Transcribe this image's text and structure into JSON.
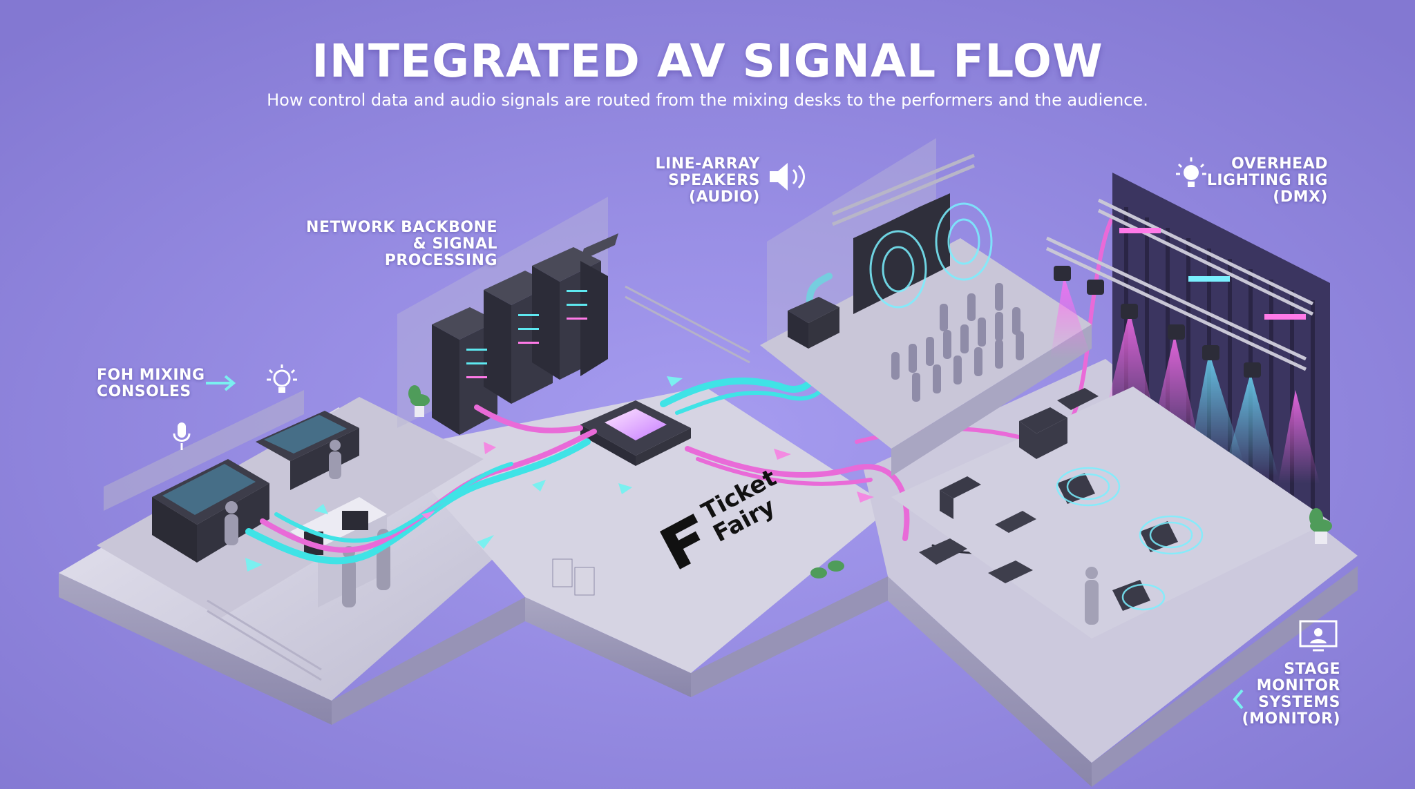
{
  "header": {
    "title": "INTEGRATED AV SIGNAL FLOW",
    "subtitle": "How control data and audio signals are routed from the mixing desks to the performers and the audience."
  },
  "labels": {
    "foh": {
      "lines": [
        "FOH MIXING",
        "CONSOLES"
      ],
      "icons": [
        "arrow-right-icon",
        "lightbulb-icon",
        "microphone-icon"
      ]
    },
    "network": {
      "lines": [
        "NETWORK BACKBONE",
        "& SIGNAL PROCESSING"
      ]
    },
    "line_array": {
      "lines": [
        "LINE-ARRAY",
        "SPEAKERS",
        "(AUDIO)"
      ],
      "icon": "speaker-icon"
    },
    "lighting": {
      "lines": [
        "OVERHEAD",
        "LIGHTING RIG",
        "(DMX)"
      ],
      "icon": "lightbulb-icon"
    },
    "monitor": {
      "lines": [
        "STAGE",
        "MONITOR",
        "SYSTEMS",
        "(MONITOR)"
      ],
      "icons": [
        "monitor-icon",
        "chevron-left-icon"
      ]
    }
  },
  "brand": {
    "logo_text": [
      "Ticket",
      "Fairy"
    ]
  },
  "colors": {
    "background": "#8b80d8",
    "audio_cable": "#3fe3e6",
    "control_cable": "#e96ad8",
    "platform": "#d8d6e6"
  }
}
